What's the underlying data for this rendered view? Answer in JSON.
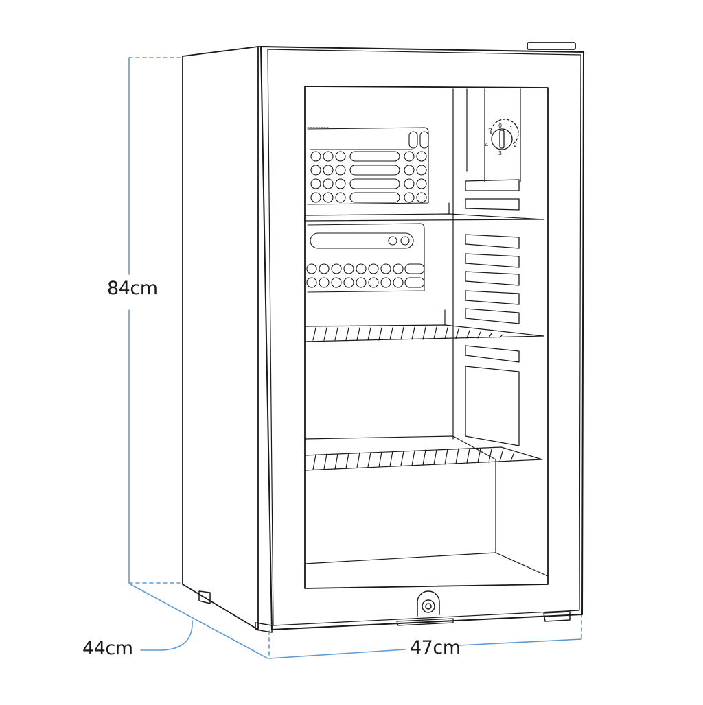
{
  "diagram": {
    "subject": "Glass-door beverage refrigerator line drawing with dimensions",
    "dimensions": {
      "height": "84cm",
      "depth": "44cm",
      "width": "47cm"
    },
    "thermostat_dial": {
      "marks": [
        "0",
        "1",
        "2",
        "3",
        "4",
        "5"
      ]
    },
    "colors": {
      "outline": "#1a1a1a",
      "dimension_line": "#5b9bd5",
      "background": "#ffffff"
    },
    "components": [
      "cabinet",
      "glass-door",
      "door-frame",
      "thermostat-dial",
      "wire-shelf-1",
      "wire-shelf-2",
      "wire-shelf-3",
      "evaporator-panel",
      "door-lock",
      "feet",
      "shelf-rails"
    ]
  }
}
